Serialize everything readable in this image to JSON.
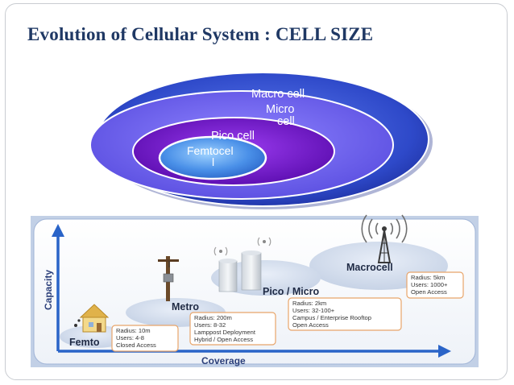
{
  "slide": {
    "title": "Evolution  of  Cellular System : CELL  SIZE"
  },
  "ellipses": {
    "macro": "Macro cell",
    "micro_line1": "Micro",
    "micro_line2": "cell",
    "pico": "Pico cell",
    "femto_line1": "Femtocel",
    "femto_line2": "l"
  },
  "coverage_diagram": {
    "y_axis_label": "Capacity",
    "x_axis_label": "Coverage",
    "cells": {
      "femto": {
        "name": "Femto",
        "details": [
          "Radius: 10m",
          "Users: 4-8",
          "Closed Access"
        ]
      },
      "metro": {
        "name": "Metro",
        "details": [
          "Radius: 200m",
          "Users: 8-32",
          "Lamppost Deployment",
          "Hybrid / Open Access"
        ]
      },
      "pico_micro": {
        "name": "Pico /  Micro",
        "details": [
          "Radius: 2km",
          "Users: 32-100+",
          "Campus / Enterprise Rooftop",
          "Open Access"
        ]
      },
      "macro": {
        "name": "Macrocell",
        "details": [
          "Radius: 5km",
          "Users: 1000+",
          "Open Access"
        ]
      }
    }
  },
  "colors": {
    "title": "#1f3864",
    "outer_ellipse": "#2e49c9",
    "micro_ellipse": "#6a5cf0",
    "pico_ellipse": "#6b12c4",
    "femto_ellipse": "#3a7fe0",
    "info_border": "#e8a56a",
    "axis": "#2a64c8"
  }
}
